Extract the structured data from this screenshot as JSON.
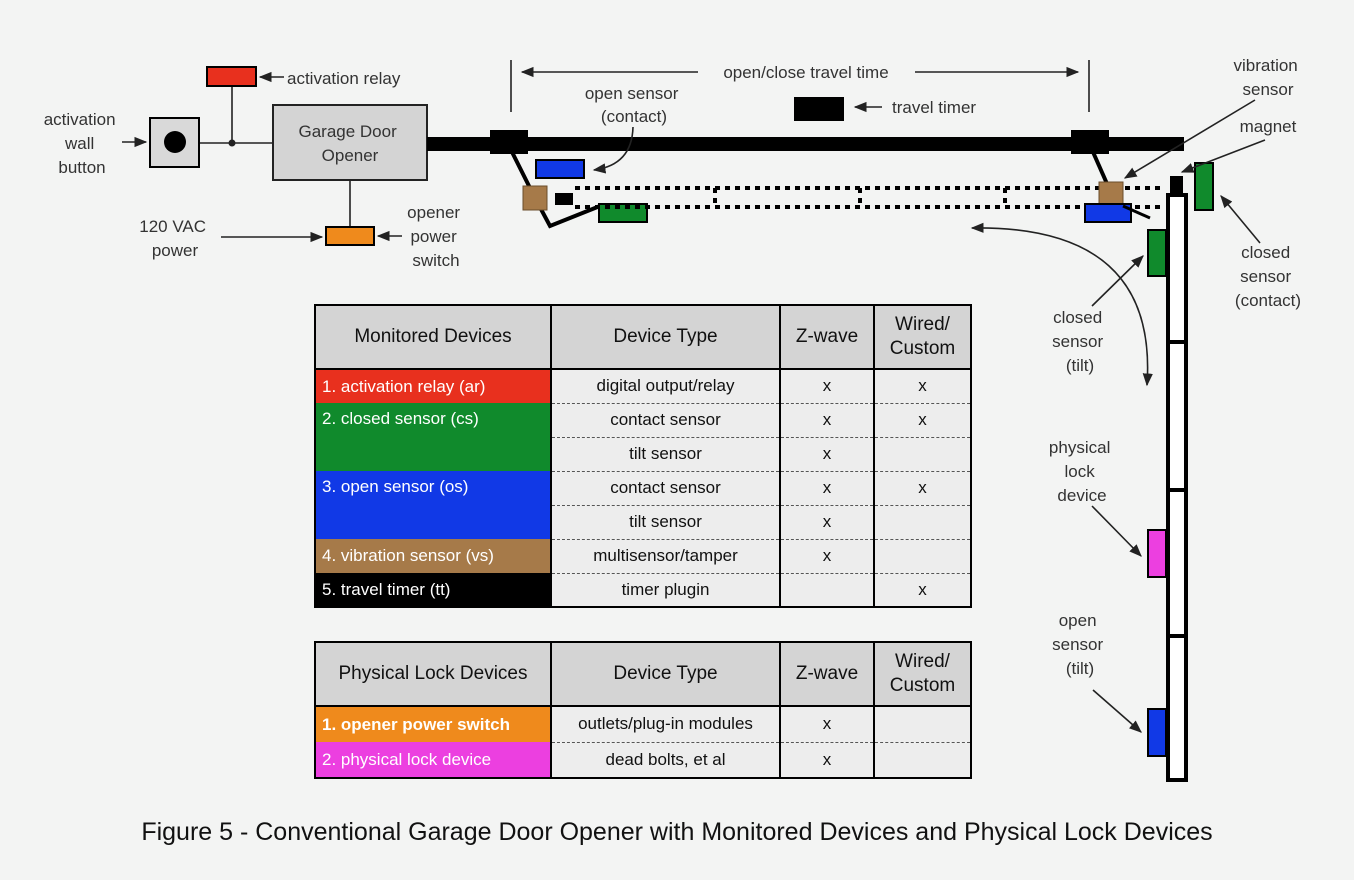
{
  "labels": {
    "activation_relay": "activation relay",
    "activation_wall_button": [
      "activation",
      "wall",
      "button"
    ],
    "garage_door_opener": [
      "Garage Door",
      "Opener"
    ],
    "power_120vac": [
      "120 VAC",
      "power"
    ],
    "opener_power_switch": [
      "opener",
      "power",
      "switch"
    ],
    "travel_time": "open/close travel time",
    "open_sensor_contact": [
      "open sensor",
      "(contact)"
    ],
    "travel_timer": "travel timer",
    "vibration_sensor": [
      "vibration",
      "sensor"
    ],
    "magnet": "magnet",
    "closed_sensor_contact": [
      "closed",
      "sensor",
      "(contact)"
    ],
    "closed_sensor_tilt": [
      "closed",
      "sensor",
      "(tilt)"
    ],
    "physical_lock_device": [
      "physical",
      "lock",
      "device"
    ],
    "open_sensor_tilt": [
      "open",
      "sensor",
      "(tilt)"
    ]
  },
  "colors": {
    "relay_red": "#e8301e",
    "sensor_green": "#108a2c",
    "sensor_blue": "#1139e6",
    "vibration_brown": "#a67a49",
    "switch_orange": "#ef8a1c",
    "lock_magenta": "#ec3fe0",
    "timer_black": "#000000"
  },
  "monitored_table": {
    "headers": [
      "Monitored Devices",
      "Device Type",
      "Z-wave",
      "Wired/ Custom"
    ],
    "devices": [
      {
        "name": "1. activation relay (ar)",
        "color": "#e8301e",
        "rows": [
          {
            "type": "digital output/relay",
            "zwave": "x",
            "wired": "x"
          }
        ]
      },
      {
        "name": "2. closed sensor (cs)",
        "color": "#108a2c",
        "rows": [
          {
            "type": "contact sensor",
            "zwave": "x",
            "wired": "x"
          },
          {
            "type": "tilt sensor",
            "zwave": "x",
            "wired": ""
          }
        ]
      },
      {
        "name": "3. open sensor (os)",
        "color": "#1139e6",
        "rows": [
          {
            "type": "contact sensor",
            "zwave": "x",
            "wired": "x"
          },
          {
            "type": "tilt sensor",
            "zwave": "x",
            "wired": ""
          }
        ]
      },
      {
        "name": "4. vibration sensor (vs)",
        "color": "#a67a49",
        "rows": [
          {
            "type": "multisensor/tamper",
            "zwave": "x",
            "wired": ""
          }
        ]
      },
      {
        "name": "5. travel timer (tt)",
        "color": "#000000",
        "rows": [
          {
            "type": "timer plugin",
            "zwave": "",
            "wired": "x"
          }
        ]
      }
    ]
  },
  "lock_table": {
    "headers": [
      "Physical Lock Devices",
      "Device Type",
      "Z-wave",
      "Wired/ Custom"
    ],
    "devices": [
      {
        "name": "1. opener power switch",
        "color": "#ef8a1c",
        "bold": true,
        "rows": [
          {
            "type": "outlets/plug-in modules",
            "zwave": "x",
            "wired": ""
          }
        ]
      },
      {
        "name": "2. physical lock device",
        "color": "#ec3fe0",
        "rows": [
          {
            "type": "dead bolts, et al",
            "zwave": "x",
            "wired": ""
          }
        ]
      }
    ]
  },
  "caption": "Figure 5 - Conventional Garage Door Opener with Monitored Devices and Physical Lock Devices"
}
